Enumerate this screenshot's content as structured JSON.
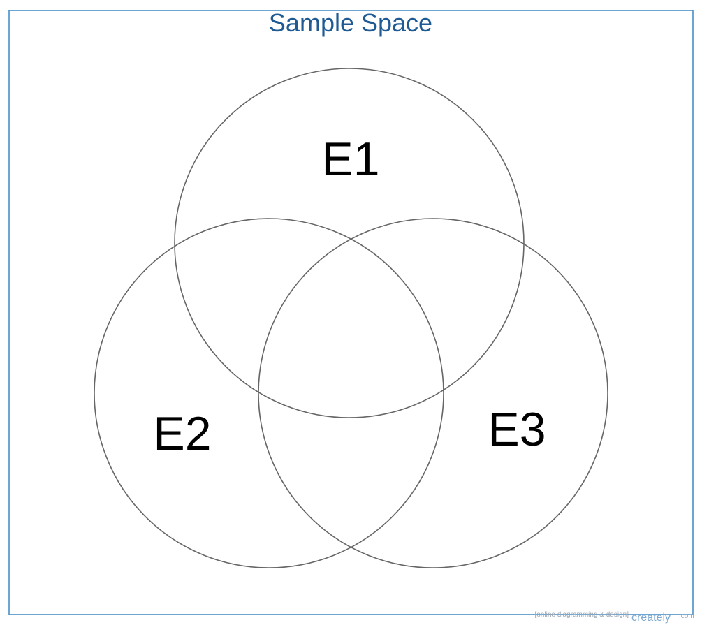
{
  "title": "Sample Space",
  "sets": [
    {
      "label": "E1"
    },
    {
      "label": "E2"
    },
    {
      "label": "E3"
    }
  ],
  "watermark": {
    "tagline": "[online diagramming & design]",
    "logo": "creately",
    "domain": ".com"
  },
  "colors": {
    "frame": "#4a90c8",
    "title": "#1f5a93",
    "circle_stroke": "#666666",
    "label": "#000000"
  }
}
